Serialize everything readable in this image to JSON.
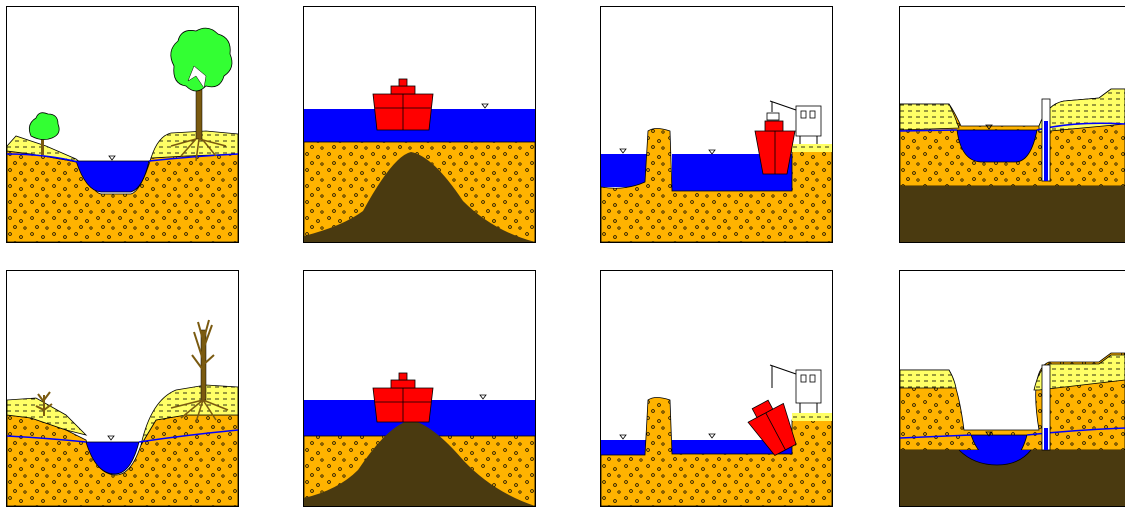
{
  "colors": {
    "sand": "#FFB300",
    "clay": "#FFFF66",
    "water": "#0000FF",
    "bedrock": "#4A3A10",
    "ship": "#FF0000",
    "leaf": "#33FF33",
    "trunk": "#7A5A10",
    "outline": "#000000"
  },
  "panels": [
    {
      "id": "river-trees-before",
      "scene": "river",
      "state": "before"
    },
    {
      "id": "ship-over-mound-before",
      "scene": "mound",
      "state": "before"
    },
    {
      "id": "lock-ship-crane-before",
      "scene": "lock",
      "state": "before"
    },
    {
      "id": "pond-well-before",
      "scene": "pond",
      "state": "before"
    },
    {
      "id": "river-trees-after",
      "scene": "river",
      "state": "after"
    },
    {
      "id": "ship-over-mound-after",
      "scene": "mound",
      "state": "after"
    },
    {
      "id": "lock-ship-crane-after",
      "scene": "lock",
      "state": "after"
    },
    {
      "id": "pond-well-after",
      "scene": "pond",
      "state": "after"
    }
  ]
}
